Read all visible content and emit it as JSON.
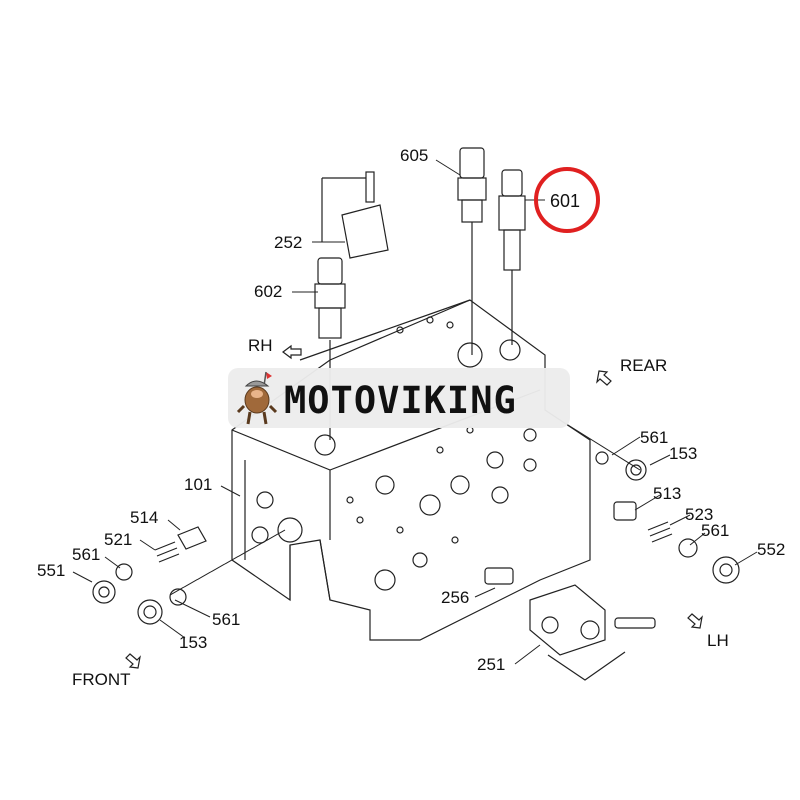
{
  "diagram": {
    "callouts": {
      "p605": "605",
      "p601": "601",
      "p252": "252",
      "p602": "602",
      "p561a": "561",
      "p153a": "153",
      "p101": "101",
      "p513": "513",
      "p514": "514",
      "p523": "523",
      "p521": "521",
      "p561b": "561",
      "p552": "552",
      "p561c": "561",
      "p551": "551",
      "p256": "256",
      "p561d": "561",
      "p153b": "153",
      "p251": "251"
    },
    "directions": {
      "rh": "RH",
      "rear": "REAR",
      "lh": "LH",
      "front": "FRONT"
    },
    "highlight_color": "#e02020",
    "highlighted_part": "601"
  },
  "watermark": {
    "brand": "MOTOVIKING"
  }
}
